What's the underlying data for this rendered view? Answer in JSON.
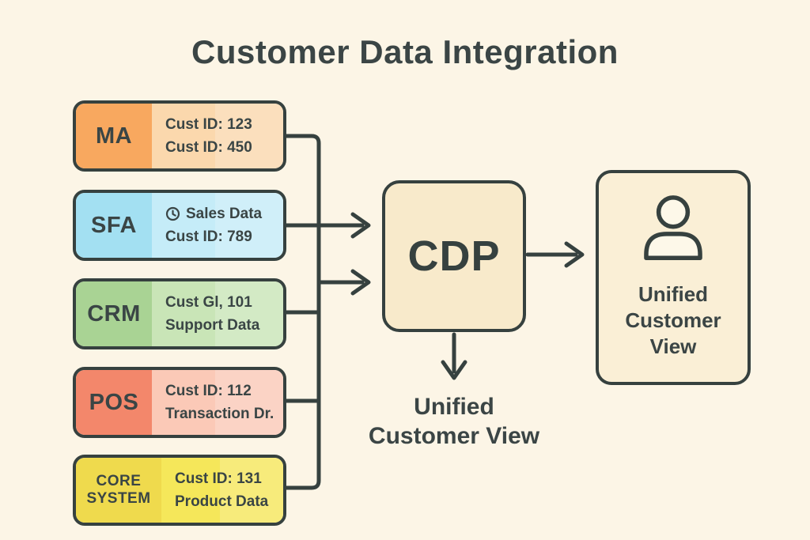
{
  "title": "Customer Data Integration",
  "palette": {
    "background": "#FCF5E6",
    "ink": "#3A4545",
    "line": "#36413F",
    "hub_fill": "#F8EACB",
    "card_fill": "#FAEFD6"
  },
  "sources": [
    {
      "label": "MA",
      "left_color": "#F8A85F",
      "right_color": "#FBD8AD",
      "lines": [
        "Cust ID: 123",
        "Cust ID: 450"
      ]
    },
    {
      "label": "SFA",
      "left_color": "#A3E0F2",
      "right_color": "#C5ECF8",
      "lines": [
        "Sales Data",
        "Cust ID: 789"
      ],
      "line1_icon": "clock-icon"
    },
    {
      "label": "CRM",
      "left_color": "#A9D394",
      "right_color": "#C9E5B7",
      "lines": [
        "Cust Gl, 101",
        "Support Data"
      ]
    },
    {
      "label": "POS",
      "left_color": "#F3876B",
      "right_color": "#FBC9B7",
      "lines": [
        "Cust ID: 112",
        "Transaction Dr."
      ]
    },
    {
      "label": "CORE SYSTEM",
      "left_color": "#EFDA4D",
      "right_color": "#F5E75A",
      "lines": [
        "Cust ID: 131",
        "Product Data"
      ]
    }
  ],
  "hub": {
    "label": "CDP"
  },
  "output_label": {
    "line1": "Unified",
    "line2": "Customer View"
  },
  "result_card": {
    "icon": "person-icon",
    "line1": "Unified",
    "line2": "Customer",
    "line3": "View"
  }
}
